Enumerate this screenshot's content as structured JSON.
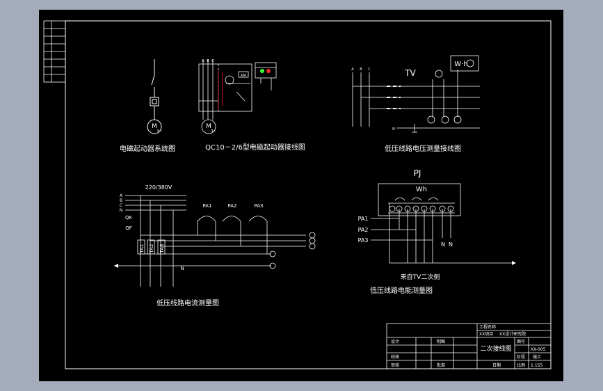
{
  "sheet": {
    "background_color": "#a4abbb",
    "paper_color": "#000000",
    "line_color": "#ffffff",
    "accent_red": "#ff2a2a",
    "accent_green": "#3aff3a"
  },
  "diagrams": {
    "motor_start": {
      "title": "电磁起动器系统图",
      "motor_label": "M",
      "motor_sub": "3~"
    },
    "qc10": {
      "title": "QC10－2/6型电磁起动器接线图",
      "phase_labels": [
        "A",
        "B",
        "C"
      ],
      "coil_label": "KM",
      "motor_label": "M",
      "motor_sub": "3~"
    },
    "voltage_measure": {
      "title": "低压线路电压测量接线图",
      "tv_label": "TV",
      "phase_labels": [
        "A",
        "B",
        "C"
      ],
      "n_label": "N",
      "wh_label": "W·h"
    },
    "current_measure": {
      "title": "低压线路电流测量图",
      "voltage_label": "220/380V",
      "phase_labels": [
        "A",
        "B",
        "C",
        "N"
      ],
      "qk_label": "QK",
      "qf_label": "QF",
      "ta_labels": [
        "TA1",
        "TA2",
        "TA3"
      ],
      "pa_labels": [
        "PA1",
        "PA2",
        "PA3"
      ],
      "n_label": "N"
    },
    "energy_measure": {
      "title": "低压线路电能测量图",
      "pj_label": "PJ",
      "wh_label": "Wh",
      "pa_labels": [
        "PA1",
        "PA2",
        "PA3"
      ],
      "n_labels": [
        "N",
        "N"
      ],
      "bottom_label": "来自TV二次侧"
    }
  },
  "title_block": {
    "unit": "工程名称",
    "project": "XX项目",
    "design_unit": "XX设计研究院",
    "drawing_name": "二次接线图",
    "drawing_no_label": "图号",
    "drawing_no": "XX-005",
    "rows": [
      "设计",
      "校核",
      "审核"
    ],
    "cols": [
      "制图",
      "批准"
    ],
    "stage_label": "阶段",
    "stage": "施工",
    "scale_label": "比例",
    "scale": "1:155",
    "date_label": "日期"
  }
}
